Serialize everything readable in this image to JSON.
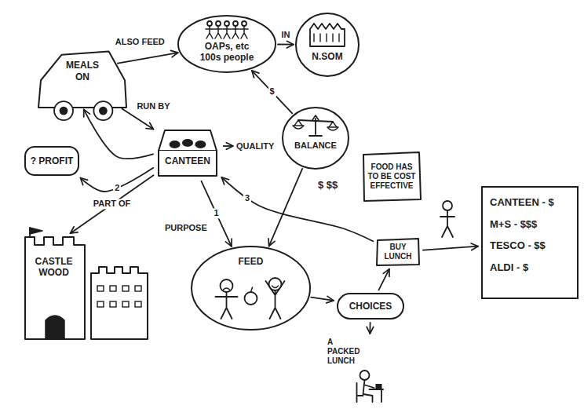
{
  "diagram": {
    "nodes": [
      {
        "text": [
          "MEALS ON"
        ]
      },
      {
        "text": [
          "OAPs, etc",
          "100s people"
        ]
      },
      {
        "text": [
          "N.SOM"
        ]
      },
      {
        "text": [
          "? PROFIT"
        ]
      },
      {
        "text": [
          "CANTEEN"
        ]
      },
      {
        "text": [
          "BALANCE"
        ]
      },
      {
        "text": [
          "FOOD HAS TO BE COST EFFECTIVE"
        ]
      },
      {
        "text": [
          "CASTLE WOOD"
        ]
      },
      {
        "text": [
          "FEED"
        ]
      },
      {
        "text": [
          "BUY LUNCH"
        ]
      },
      {
        "text": [
          "CANTEEN - $",
          "M+S - $$$",
          "TESCO - $$",
          "ALDI - $"
        ]
      },
      {
        "text": [
          "CHOICES"
        ]
      },
      {
        "text": [
          "A PACKED LUNCH"
        ]
      }
    ],
    "edges": [
      {
        "from": 0,
        "to": 1,
        "label": "ALSO FEED",
        "arrow": "to"
      },
      {
        "from": 1,
        "to": 2,
        "label": "IN",
        "arrow": "to"
      },
      {
        "from": 0,
        "to": 4,
        "label": "RUN BY",
        "arrow": "to"
      },
      {
        "from": 4,
        "to": 0,
        "arrow": "to"
      },
      {
        "from": 5,
        "to": 1,
        "label": "$",
        "arrow": "to"
      },
      {
        "from": 4,
        "to": 3,
        "label": "2",
        "arrow": "to"
      },
      {
        "from": 4,
        "to": 7,
        "label": "PART OF",
        "arrow": "to"
      },
      {
        "from": 4,
        "to": 8,
        "label": "1",
        "arrow": "to"
      },
      {
        "from": 5,
        "to": 8,
        "arrow": "to"
      },
      {
        "from": 9,
        "to": 4,
        "label": "3",
        "arrow": "to"
      },
      {
        "from": 8,
        "to": 11,
        "arrow": "to"
      },
      {
        "from": 11,
        "to": 12,
        "arrow": "to"
      },
      {
        "from": 11,
        "to": 9,
        "arrow": "to"
      },
      {
        "from": 9,
        "to": 10,
        "arrow": "to"
      }
    ],
    "labels": [
      "QUALITY",
      "PURPOSE",
      "$ $$"
    ]
  }
}
